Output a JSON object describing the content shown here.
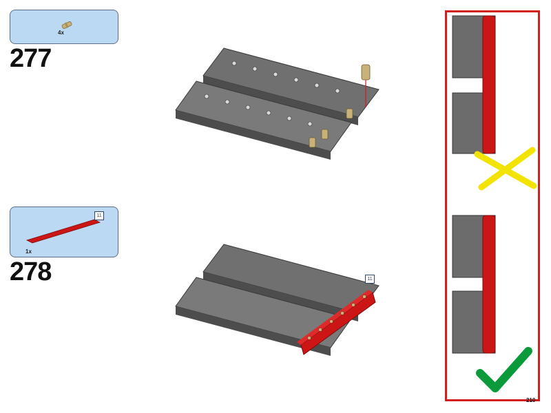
{
  "steps": [
    {
      "number": "277",
      "parts": [
        {
          "qty": "4x",
          "icon": "tan-axle-pin-icon"
        }
      ]
    },
    {
      "number": "278",
      "parts": [
        {
          "qty": "1x",
          "icon": "red-beam-icon",
          "length": "11"
        }
      ],
      "callout_length": "11"
    }
  ],
  "page_number": "210",
  "check_panel": {
    "wrong_mark": "yellow-cross-icon",
    "right_mark": "green-check-icon"
  },
  "colors": {
    "callout_bg": "#bcd9f4",
    "panel_border": "#d31c1c",
    "beam": "#cc1616",
    "tread": "#7a7a7a",
    "wrong": "#f2e300",
    "right": "#0a9a3a"
  }
}
